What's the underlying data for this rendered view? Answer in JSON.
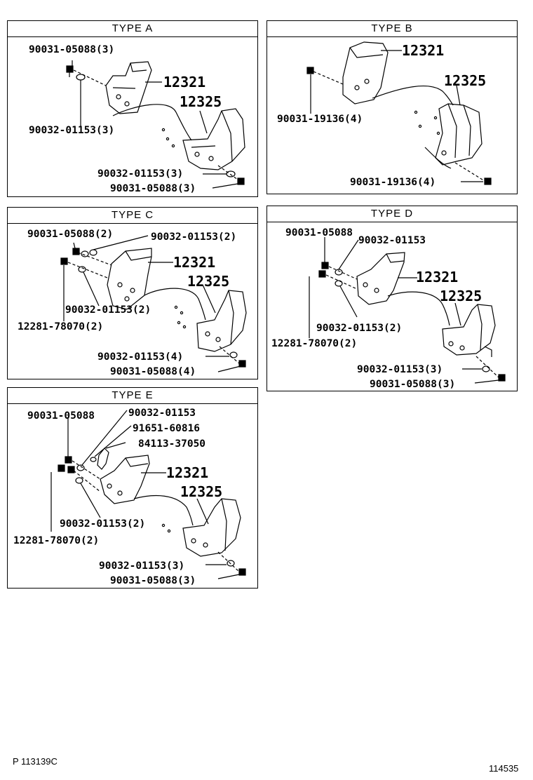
{
  "types": {
    "a": {
      "title": "TYPE A",
      "labels": {
        "bolt_top": "90031-05088(3)",
        "washer_left": "90032-01153(3)",
        "upper": "12321",
        "lower": "12325",
        "washer_right": "90032-01153(3)",
        "bolt_right": "90031-05088(3)"
      }
    },
    "b": {
      "title": "TYPE B",
      "labels": {
        "upper": "12321",
        "lower": "12325",
        "bolt_left": "90031-19136(4)",
        "bolt_right": "90031-19136(4)"
      }
    },
    "c": {
      "title": "TYPE C",
      "labels": {
        "bolt_top": "90031-05088(2)",
        "washer_top": "90032-01153(2)",
        "upper": "12321",
        "lower": "12325",
        "washer_mid": "90032-01153(2)",
        "stud": "12281-78070(2)",
        "washer_right": "90032-01153(4)",
        "bolt_right": "90031-05088(4)"
      }
    },
    "d": {
      "title": "TYPE D",
      "labels": {
        "bolt_top": "90031-05088",
        "washer_top": "90032-01153",
        "upper": "12321",
        "lower": "12325",
        "washer_mid": "90032-01153(2)",
        "stud": "12281-78070(2)",
        "washer_right": "90032-01153(3)",
        "bolt_right": "90031-05088(3)"
      }
    },
    "e": {
      "title": "TYPE E",
      "labels": {
        "bolt_top": "90031-05088",
        "washer_top": "90032-01153",
        "clip": "91651-60816",
        "bracket_small": "84113-37050",
        "upper": "12321",
        "lower": "12325",
        "washer_mid": "90032-01153(2)",
        "stud": "12281-78070(2)",
        "washer_right": "90032-01153(3)",
        "bolt_right": "90031-05088(3)"
      }
    }
  },
  "footer": {
    "left": "P 113139C",
    "right": "114535"
  }
}
